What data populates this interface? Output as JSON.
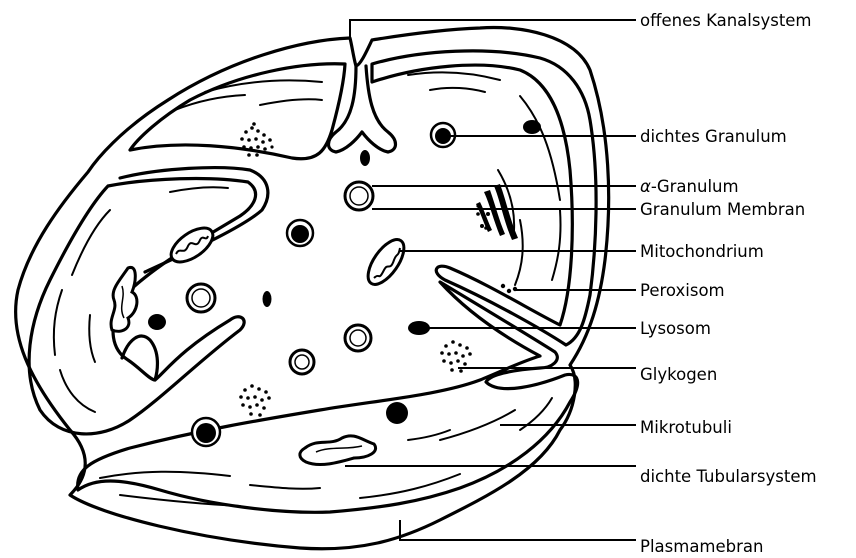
{
  "diagram": {
    "labels": {
      "offenes_kanalsystem": "offenes Kanalsystem",
      "dichtes_granulum": "dichtes Granulum",
      "alpha_granulum_symbol": "α",
      "alpha_granulum_text": "-Granulum",
      "granulum_membran": "Granulum Membran",
      "mitochondrium": "Mitochondrium",
      "peroxisom": "Peroxisom",
      "lysosom": "Lysosom",
      "glykogen": "Glykogen",
      "mikrotubuli": "Mikrotubuli",
      "dichte_tubularsystem": "dichte Tubularsystem",
      "plasmamebran": "Plasmamebran"
    },
    "colors": {
      "ink": "#000000",
      "background": "#ffffff"
    }
  }
}
